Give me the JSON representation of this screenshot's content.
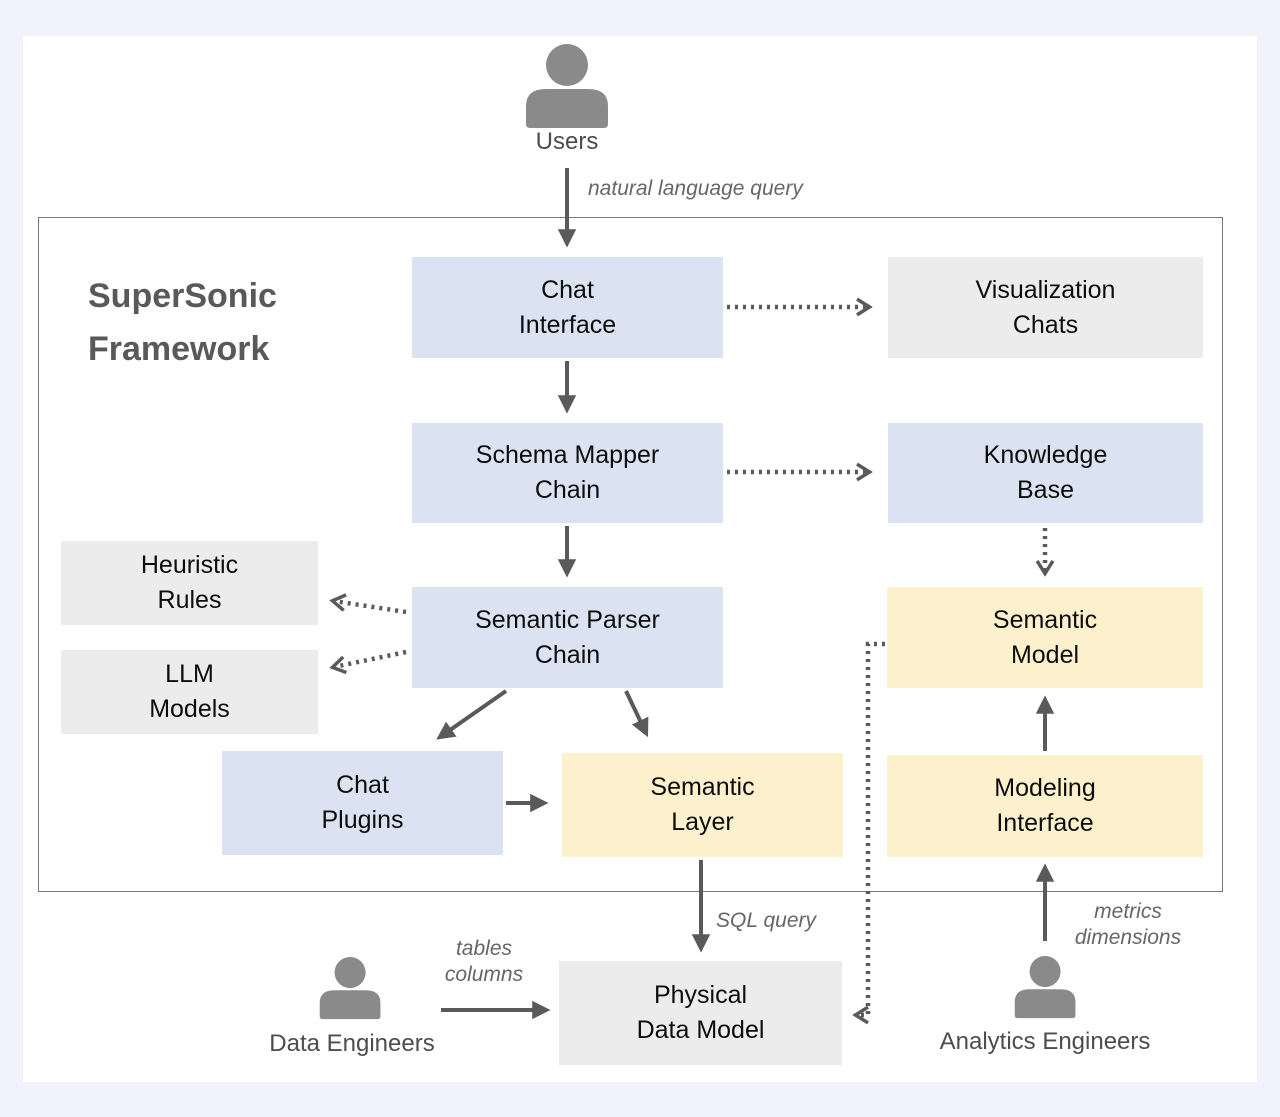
{
  "diagram": {
    "title": "SuperSonic\nFramework",
    "actors": {
      "users": {
        "label": "Users"
      },
      "data_engineers": {
        "label": "Data Engineers"
      },
      "analytics_engineers": {
        "label": "Analytics Engineers"
      }
    },
    "nodes": {
      "chat_interface": {
        "label": "Chat\nInterface",
        "color": "blue"
      },
      "visualization_chats": {
        "label": "Visualization\nChats",
        "color": "gray"
      },
      "schema_mapper_chain": {
        "label": "Schema Mapper\nChain",
        "color": "blue"
      },
      "knowledge_base": {
        "label": "Knowledge\nBase",
        "color": "blue"
      },
      "heuristic_rules": {
        "label": "Heuristic\nRules",
        "color": "gray"
      },
      "llm_models": {
        "label": "LLM\nModels",
        "color": "gray"
      },
      "semantic_parser_chain": {
        "label": "Semantic Parser\nChain",
        "color": "blue"
      },
      "semantic_model": {
        "label": "Semantic\nModel",
        "color": "yellow"
      },
      "chat_plugins": {
        "label": "Chat\nPlugins",
        "color": "blue"
      },
      "semantic_layer": {
        "label": "Semantic\nLayer",
        "color": "yellow"
      },
      "modeling_interface": {
        "label": "Modeling\nInterface",
        "color": "yellow"
      },
      "physical_data_model": {
        "label": "Physical\nData Model",
        "color": "gray"
      }
    },
    "edge_labels": {
      "natural_language_query": "natural language query",
      "sql_query": "SQL query",
      "tables_columns": "tables\ncolumns",
      "metrics_dimensions": "metrics\ndimensions"
    },
    "colors": {
      "node_blue": "#dbe3f2",
      "node_yellow": "#fdf1cd",
      "node_gray": "#ececec",
      "page_background": "#f2f2fc",
      "sheet_background": "#ffffff",
      "arrow": "#5a5a5a",
      "border": "#7a7a7a",
      "title_text": "#595959",
      "actor_icon": "#8a8a8a"
    }
  }
}
